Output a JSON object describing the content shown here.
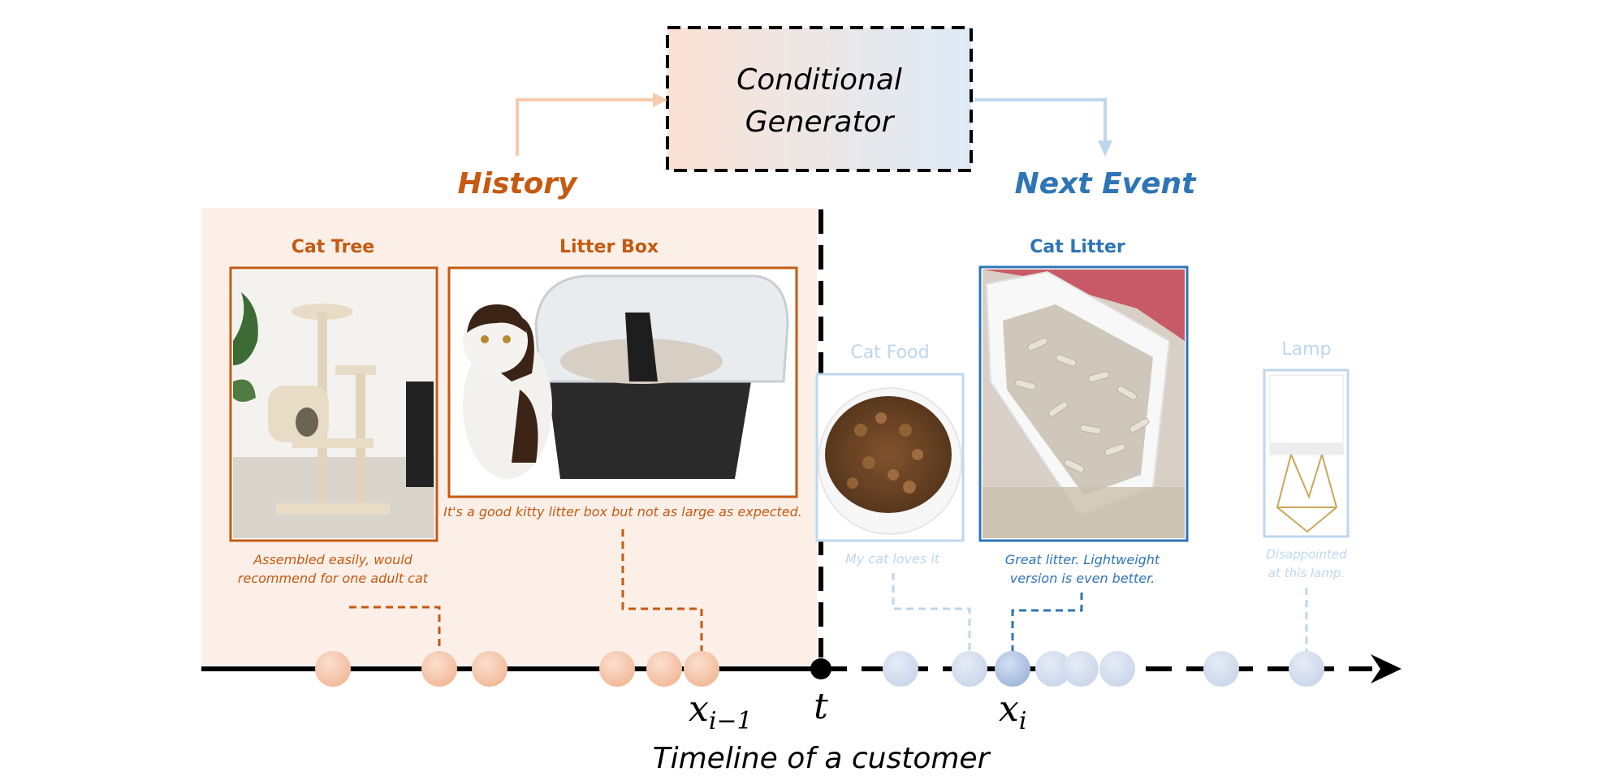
{
  "generator": {
    "line1": "Conditional",
    "line2": "Generator"
  },
  "history": {
    "label": "History",
    "items": [
      {
        "title": "Cat Tree",
        "image": "cat-tree",
        "review": [
          "Assembled easily, would",
          "recommend for one adult cat"
        ]
      },
      {
        "title": "Litter Box",
        "image": "litter-box-with-cat",
        "review": [
          "It's a good kitty litter box but not as large as expected."
        ]
      }
    ]
  },
  "next_event": {
    "label": "Next Event",
    "items": [
      {
        "title": "Cat Food",
        "image": "cat-food-bowl",
        "review": [
          "My cat loves it"
        ],
        "faded": true
      },
      {
        "title": "Cat Litter",
        "image": "cat-litter-scoop",
        "review": [
          "Great litter. Lightweight",
          "version is even better."
        ],
        "faded": false
      },
      {
        "title": "Lamp",
        "image": "table-lamp",
        "review": [
          "Disappointed",
          "at this lamp."
        ],
        "faded": true
      }
    ]
  },
  "timeline": {
    "label_prev": "x",
    "label_prev_sub": "i−1",
    "label_t": "t",
    "label_next": "x",
    "label_next_sub": "i",
    "caption": "Timeline of a customer"
  },
  "colors": {
    "history": "#C55A11",
    "history_light": "#F8CBAD",
    "history_bg": "#FBEFE8",
    "next": "#2E75B6",
    "next_light": "#BDD7EE",
    "next_dot": "#DAE3F3",
    "black": "#000000"
  }
}
